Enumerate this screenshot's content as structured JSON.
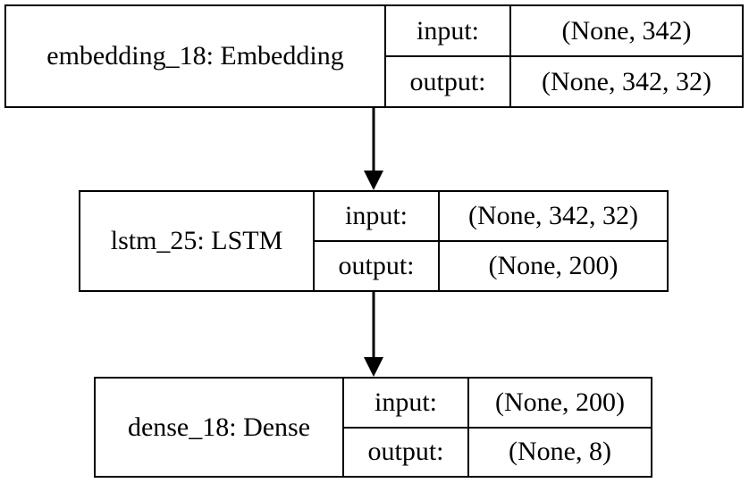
{
  "diagram": {
    "kind": "model-architecture-diagram",
    "background_color": "#ffffff",
    "line_color": "#000000",
    "text_color": "#000000"
  },
  "labels": {
    "input": "input:",
    "output": "output:"
  },
  "layers": [
    {
      "name": "embedding_18: Embedding",
      "input_shape": "(None, 342)",
      "output_shape": "(None, 342, 32)"
    },
    {
      "name": "lstm_25: LSTM",
      "input_shape": "(None, 342, 32)",
      "output_shape": "(None, 200)"
    },
    {
      "name": "dense_18: Dense",
      "input_shape": "(None, 200)",
      "output_shape": "(None, 8)"
    }
  ],
  "connections": [
    {
      "from": "embedding_18: Embedding",
      "to": "lstm_25: LSTM"
    },
    {
      "from": "lstm_25: LSTM",
      "to": "dense_18: Dense"
    }
  ]
}
